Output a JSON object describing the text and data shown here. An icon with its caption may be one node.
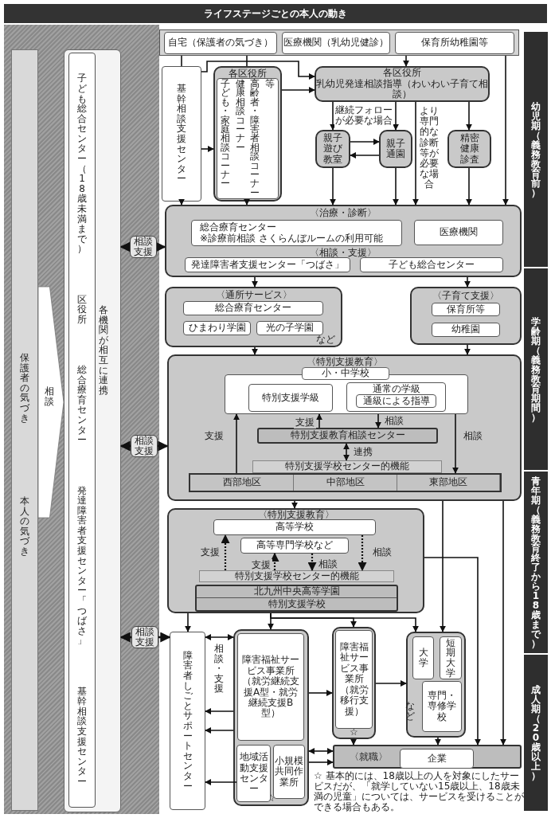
{
  "diagram": {
    "title": "ライフステージごとの本人の動き",
    "nodes": [
      {
        "text": [
          "保護者の気づき",
          "本人の気づき"
        ]
      },
      {
        "text": [
          "各機関が相互に連携"
        ]
      },
      {
        "text": [
          "子ども総合センター（18歳未満まで）",
          "区役所",
          "総合療育センター",
          "発達障害者支援センター「つばさ」",
          "基幹相談支援センター"
        ],
        "in": 1
      },
      {
        "text": [],
        "shape": "box"
      },
      {
        "text": [
          "自宅（保護者の気づき）"
        ],
        "in": 3
      },
      {
        "text": [
          "医療機関（乳幼児健診）"
        ],
        "in": 3
      },
      {
        "text": [
          "保育所幼稚園等"
        ],
        "in": 3
      },
      {
        "text": [
          "基幹相談支援センター"
        ]
      },
      {
        "text": [
          "各区役所"
        ]
      },
      {
        "text": [
          "子ども・家庭相談コーナー",
          "健康相談コーナー",
          "高齢者・障害者相談コーナー",
          "等"
        ],
        "in": 8
      },
      {
        "text": [
          "各区役所",
          "乳幼児発達相談指導（わいわい子育て相談）"
        ]
      },
      {
        "text": [
          "親子遊び教室"
        ]
      },
      {
        "text": [
          "親子通園"
        ]
      },
      {
        "text": [
          "精密健康診査"
        ]
      },
      {
        "text": [
          "〈治療・診断〉",
          "〈相談・支援〉"
        ]
      },
      {
        "text": [
          "総合療育センター",
          "※診療前相談 さくらんぼルームの利用可能"
        ],
        "in": 14
      },
      {
        "text": [
          "医療機関"
        ],
        "in": 14
      },
      {
        "text": [
          "発達障害者支援センター「つばさ」"
        ],
        "in": 14
      },
      {
        "text": [
          "子ども総合センター"
        ],
        "in": 14
      },
      {
        "text": [
          "〈通所サービス〉",
          "など"
        ]
      },
      {
        "text": [
          "総合療育センター"
        ],
        "in": 19
      },
      {
        "text": [
          "ひまわり学園"
        ],
        "in": 19
      },
      {
        "text": [
          "光の子学園"
        ],
        "in": 19
      },
      {
        "text": [
          "〈子育て支援〉"
        ]
      },
      {
        "text": [
          "保育所等"
        ],
        "in": 23
      },
      {
        "text": [
          "幼稚園"
        ],
        "in": 23
      },
      {
        "text": [
          "〈特別支援教育〉"
        ]
      },
      {
        "text": [
          "小・中学校"
        ],
        "in": 26
      },
      {
        "text": [
          "特別支援学級"
        ],
        "in": 27
      },
      {
        "text": [
          "通常の学級"
        ],
        "in": 27
      },
      {
        "text": [
          "通級による指導"
        ],
        "in": 29
      },
      {
        "text": [
          "特別支援教育相談センター"
        ],
        "in": 26
      },
      {
        "text": [
          "特別支援学校センター的機能"
        ],
        "in": 26
      },
      {
        "text": [],
        "shape": "box",
        "in": 26
      },
      {
        "text": [
          "西部地区"
        ],
        "in": 33
      },
      {
        "text": [
          "中部地区"
        ],
        "in": 33
      },
      {
        "text": [
          "東部地区"
        ],
        "in": 33
      },
      {
        "text": [
          "〈特別支援教育〉"
        ]
      },
      {
        "text": [
          "高等学校"
        ],
        "in": 37
      },
      {
        "text": [
          "高等専門学校など"
        ],
        "in": 37
      },
      {
        "text": [
          "特別支援学校センター的機能"
        ],
        "in": 37
      },
      {
        "text": [
          "北九州中央高等学園",
          "特別支援学校"
        ],
        "in": 37
      },
      {
        "text": [
          "障害者しごとサポートセンター"
        ]
      },
      {
        "text": [
          "☆"
        ]
      },
      {
        "text": [
          "障害福祉サービス事業所（就労継続支援A型・就労継続支援B型）"
        ],
        "in": 43
      },
      {
        "text": [
          "地域活動支援センター"
        ],
        "in": 43
      },
      {
        "text": [
          "小規模共同作業所"
        ],
        "in": 43
      },
      {
        "text": [
          "☆"
        ]
      },
      {
        "text": [
          "障害福祉サービス事業所（就労移行支援）"
        ],
        "in": 47
      },
      {
        "text": [
          "など"
        ]
      },
      {
        "text": [
          "大学"
        ],
        "in": 49
      },
      {
        "text": [
          "短期大学"
        ],
        "in": 49
      },
      {
        "text": [
          "専門・専修学校"
        ],
        "in": 49
      },
      {
        "text": [
          "〈就職〉"
        ]
      },
      {
        "text": [
          "企業"
        ],
        "in": 53
      },
      {
        "text": [
          "幼児期（義務教育前）"
        ]
      },
      {
        "text": [
          "学齢期（義務教育期間）"
        ]
      },
      {
        "text": [
          "青年期（義務教育終了から18歳まで）"
        ]
      },
      {
        "text": [
          "成人期（20歳以上）"
        ]
      }
    ],
    "edges": [
      {
        "from": 0,
        "to": 1,
        "arrow": "to",
        "label": "相談"
      },
      {
        "from": 1,
        "to": 14,
        "arrow": "both",
        "label": "相談支援"
      },
      {
        "from": 1,
        "to": 26,
        "arrow": "both",
        "label": "相談支援"
      },
      {
        "from": 1,
        "to": 42,
        "arrow": "both",
        "label": "相談支援"
      },
      {
        "from": 3,
        "to": 7,
        "arrow": "none"
      },
      {
        "from": 3,
        "to": 8,
        "arrow": "none"
      },
      {
        "from": 3,
        "to": 10,
        "arrow": "to"
      },
      {
        "from": 3,
        "to": 14,
        "arrow": "to"
      },
      {
        "from": 7,
        "to": 8,
        "arrow": "to"
      },
      {
        "from": 7,
        "to": 10,
        "arrow": "to"
      },
      {
        "from": 8,
        "to": 10,
        "arrow": "to"
      },
      {
        "from": 10,
        "to": 11,
        "arrow": "to",
        "label": "継続フォローが必要な場合"
      },
      {
        "from": 10,
        "to": 12,
        "arrow": "to"
      },
      {
        "from": 10,
        "to": 14,
        "arrow": "to",
        "label": "より専門的な診断等が必要な場合"
      },
      {
        "from": 10,
        "to": 13,
        "arrow": "to"
      },
      {
        "from": 11,
        "to": 12,
        "arrow": "to"
      },
      {
        "from": 12,
        "to": 11,
        "arrow": "to"
      },
      {
        "from": 7,
        "to": 14,
        "arrow": "to"
      },
      {
        "from": 8,
        "to": 14,
        "arrow": "to"
      },
      {
        "from": 11,
        "to": 14,
        "arrow": "to"
      },
      {
        "from": 12,
        "to": 14,
        "arrow": "to"
      },
      {
        "from": 13,
        "to": 14,
        "arrow": "to"
      },
      {
        "from": 14,
        "to": 19,
        "arrow": "to"
      },
      {
        "from": 14,
        "to": 23,
        "arrow": "to"
      },
      {
        "from": 19,
        "to": 26,
        "arrow": "to"
      },
      {
        "from": 23,
        "to": 26,
        "arrow": "to"
      },
      {
        "from": 33,
        "to": 27,
        "arrow": "to",
        "label": "支援"
      },
      {
        "from": 31,
        "to": 27,
        "arrow": "to",
        "label": "支援"
      },
      {
        "from": 27,
        "to": 31,
        "arrow": "to",
        "label": "相談"
      },
      {
        "from": 31,
        "to": 32,
        "arrow": "both",
        "label": "連携"
      },
      {
        "from": 27,
        "to": 33,
        "arrow": "to",
        "label": "相談"
      },
      {
        "from": 26,
        "to": 37,
        "arrow": "to"
      },
      {
        "from": 26,
        "to": 49,
        "arrow": "to"
      },
      {
        "from": 26,
        "to": 53,
        "arrow": "to"
      },
      {
        "from": 40,
        "to": 38,
        "arrow": "to",
        "label": "支援",
        "style": "dashed"
      },
      {
        "from": 40,
        "to": 39,
        "arrow": "to",
        "label": "支援",
        "style": "dashed"
      },
      {
        "from": 39,
        "to": 40,
        "arrow": "to",
        "label": "相談",
        "style": "dashed"
      },
      {
        "from": 38,
        "to": 40,
        "arrow": "to",
        "label": "相談",
        "style": "dashed"
      },
      {
        "from": 37,
        "to": 42,
        "arrow": "to"
      },
      {
        "from": 37,
        "to": 43,
        "arrow": "to"
      },
      {
        "from": 37,
        "to": 47,
        "arrow": "to"
      },
      {
        "from": 37,
        "to": 49,
        "arrow": "to"
      },
      {
        "from": 37,
        "to": 53,
        "arrow": "to"
      },
      {
        "from": 42,
        "to": 43,
        "arrow": "both",
        "label": "相談・支援"
      },
      {
        "from": 43,
        "to": 42,
        "arrow": "to"
      },
      {
        "from": 43,
        "to": 42,
        "arrow": "to"
      },
      {
        "from": 45,
        "to": 42,
        "arrow": "to"
      },
      {
        "from": 43,
        "to": 47,
        "arrow": "to"
      },
      {
        "from": 47,
        "to": 49,
        "arrow": "to"
      },
      {
        "from": 43,
        "to": 53,
        "arrow": "both"
      },
      {
        "from": 43,
        "to": 53,
        "arrow": "to"
      },
      {
        "from": 47,
        "to": 53,
        "arrow": "to"
      },
      {
        "from": 49,
        "to": 53,
        "arrow": "to"
      }
    ],
    "labels": [
      "☆ 基本的には、18歳以上の人を対象にしたサービスだが、「就学していない15歳以上、18歳未満の児童」については、サービスを受けることができる場合もある。"
    ]
  }
}
